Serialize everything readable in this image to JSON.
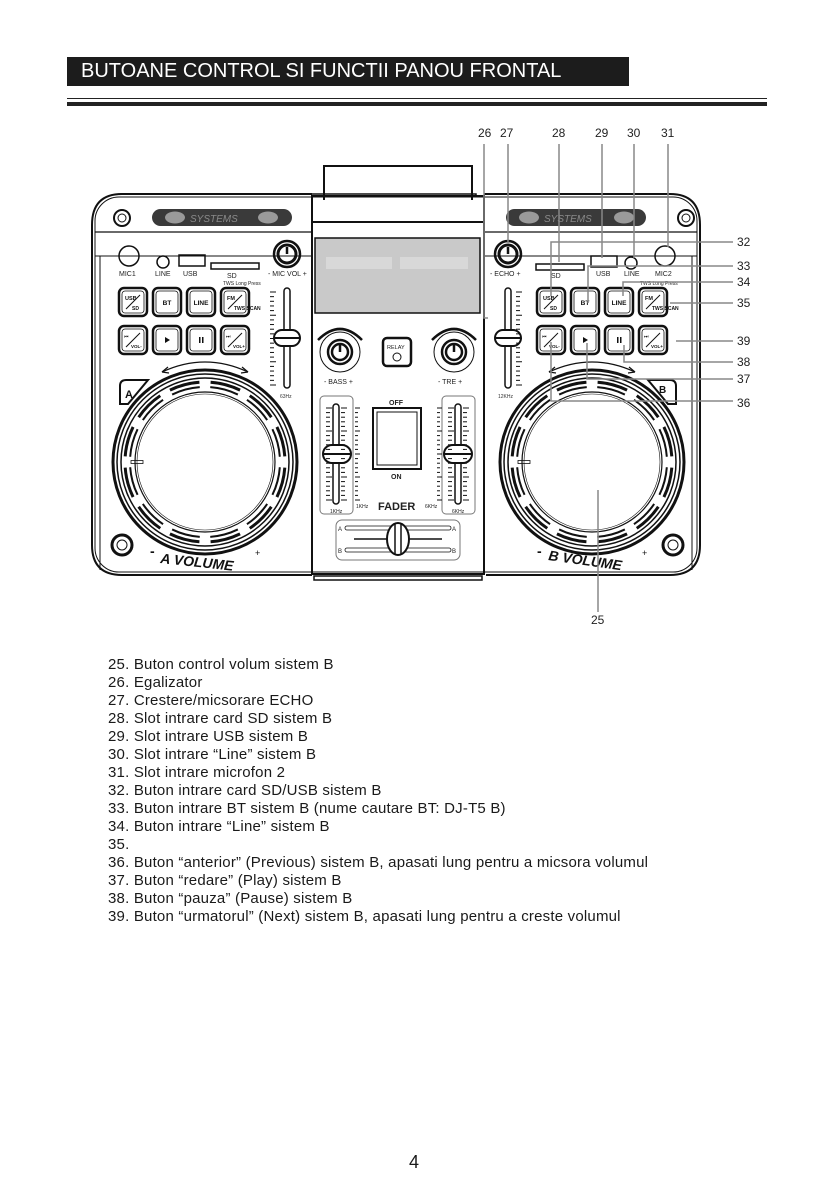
{
  "header": {
    "title": "BUTOANE CONTROL SI FUNCTII PANOU FRONTAL"
  },
  "diagram": {
    "brand_left": "SYSTEMS",
    "brand_right": "SYSTEMS",
    "left_deck": {
      "ports": {
        "mic": "MIC1",
        "line": "LINE",
        "usb": "USB",
        "sd": "SD",
        "tws": "TWS Long Press",
        "knob": "- MIC VOL +"
      },
      "buttons_row1": [
        "USB/SD",
        "BT",
        "LINE",
        "FM/TWS SCAN"
      ],
      "buttons_row2": [
        "prev/VOL-",
        "play",
        "pause",
        "next/VOL+"
      ],
      "deck_badge": "A",
      "slider_freq": "63Hz",
      "volume_label": "A VOLUME",
      "minus": "-",
      "plus": "+"
    },
    "right_deck": {
      "ports": {
        "mic": "MIC2",
        "line": "LINE",
        "usb": "USB",
        "sd": "SD",
        "tws": "TWS Long Press",
        "knob": "- ECHO +"
      },
      "buttons_row1": [
        "USB/SD",
        "BT",
        "LINE",
        "FM/TWS SCAN"
      ],
      "buttons_row2": [
        "prev/VOL-",
        "play",
        "pause",
        "next/VOL+"
      ],
      "deck_badge": "B",
      "slider_freq": "12KHz",
      "volume_label": "B VOLUME",
      "minus": "-",
      "plus": "+"
    },
    "center": {
      "bass_label": "- BASS +",
      "treble_label": "- TRE +",
      "relay_label": "RELAY",
      "switch_off": "OFF",
      "switch_on": "ON",
      "fader_label": "FADER",
      "eq_left": "1KHz",
      "eq_right": "6KHz",
      "crossfader_a": "A",
      "crossfader_b": "B"
    },
    "callouts": [
      "25",
      "26",
      "27",
      "28",
      "29",
      "30",
      "31",
      "32",
      "33",
      "34",
      "35",
      "36",
      "37",
      "38",
      "39"
    ]
  },
  "legend": {
    "items": [
      "25. Buton control volum sistem B",
      "26. Egalizator",
      "27. Crestere/micsorare ECHO",
      "28. Slot intrare card SD sistem B",
      "29. Slot intrare USB sistem B",
      "30. Slot intrare “Line” sistem B",
      "31. Slot intrare microfon 2",
      "32. Buton intrare card SD/USB sistem B",
      "33. Buton intrare BT sistem B (nume cautare BT:  DJ-T5  B)",
      "34. Buton intrare “Line” sistem B",
      "35.",
      "36. Buton “anterior” (Previous) sistem B, apasati lung pentru a micsora volumul",
      "37. Buton “redare” (Play) sistem B",
      "38. Buton “pauza” (Pause) sistem B",
      "39. Buton “urmatorul” (Next) sistem B, apasati lung pentru a creste volumul"
    ]
  },
  "footer": {
    "page_number": "4"
  }
}
